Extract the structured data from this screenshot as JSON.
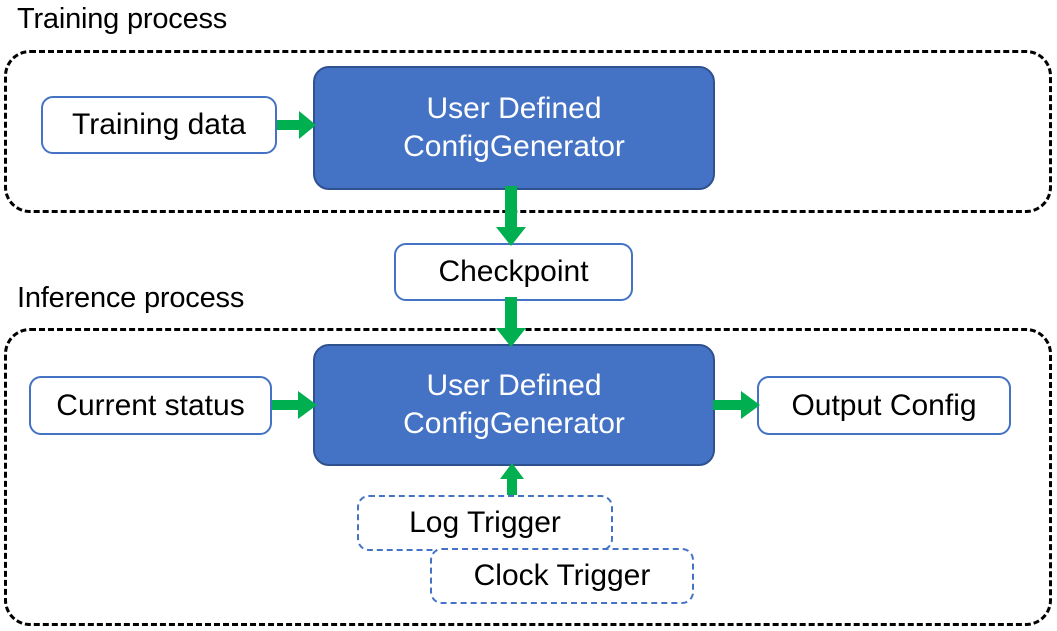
{
  "diagram": {
    "title_visible": false,
    "colors": {
      "accent_blue": "#4472C4",
      "blue_border_dark": "#2F528F",
      "arrow_green": "#00B050",
      "container_dash": "#000000",
      "node_text": "#000000",
      "blue_node_text": "#FFFFFF",
      "background": "#FFFFFF"
    },
    "sections": [
      {
        "id": "training",
        "label": "Training process"
      },
      {
        "id": "inference",
        "label": "Inference process"
      }
    ],
    "nodes": {
      "training_data": {
        "label": "Training data",
        "style": "solid-blue-outline"
      },
      "udcg_training": {
        "line1": "User Defined",
        "line2": "ConfigGenerator",
        "style": "filled-blue"
      },
      "checkpoint": {
        "label": "Checkpoint",
        "style": "solid-blue-outline"
      },
      "current_status": {
        "label": "Current status",
        "style": "solid-blue-outline"
      },
      "udcg_inference": {
        "line1": "User Defined",
        "line2": "ConfigGenerator",
        "style": "filled-blue"
      },
      "output_config": {
        "label": "Output Config",
        "style": "solid-blue-outline"
      },
      "log_trigger": {
        "label": "Log Trigger",
        "style": "dashed-blue-outline"
      },
      "clock_trigger": {
        "label": "Clock Trigger",
        "style": "dashed-blue-outline"
      }
    },
    "edges": [
      {
        "from": "training_data",
        "to": "udcg_training",
        "direction": "right"
      },
      {
        "from": "udcg_training",
        "to": "checkpoint",
        "direction": "down"
      },
      {
        "from": "checkpoint",
        "to": "udcg_inference",
        "direction": "down"
      },
      {
        "from": "current_status",
        "to": "udcg_inference",
        "direction": "right"
      },
      {
        "from": "udcg_inference",
        "to": "output_config",
        "direction": "right"
      },
      {
        "from": "log_trigger",
        "to": "udcg_inference",
        "direction": "up"
      }
    ]
  }
}
